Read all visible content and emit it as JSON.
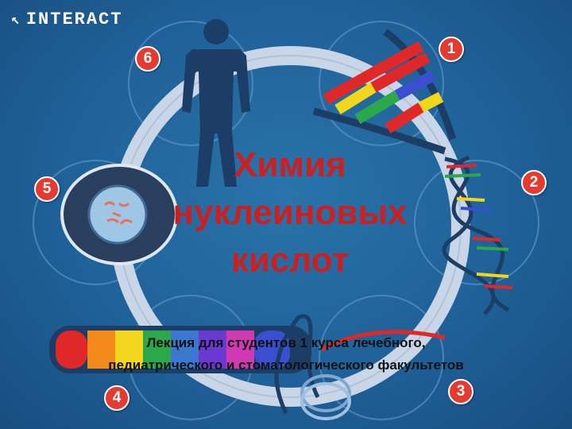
{
  "brand": {
    "label": "INTERACT"
  },
  "title": {
    "line1": "Химия",
    "line2": "нуклеиновых",
    "line3": "кислот"
  },
  "subtitle": {
    "line1": "Лекция для студентов 1 курса лечебного,",
    "line2": "педиатрического и стоматологического факультетов"
  },
  "badges": [
    "1",
    "2",
    "3",
    "4",
    "5",
    "6"
  ],
  "colors": {
    "background": "#1f6199",
    "title": "#cc1f1f",
    "badge": "#e43a2f",
    "ring": "#c9d6e8"
  },
  "icons": [
    "cursor-arrow-icon",
    "human-figure-icon",
    "dna-ladder-icon",
    "dna-helix-icon",
    "cell-icon",
    "chromosome-icon",
    "rna-coil-icon"
  ]
}
